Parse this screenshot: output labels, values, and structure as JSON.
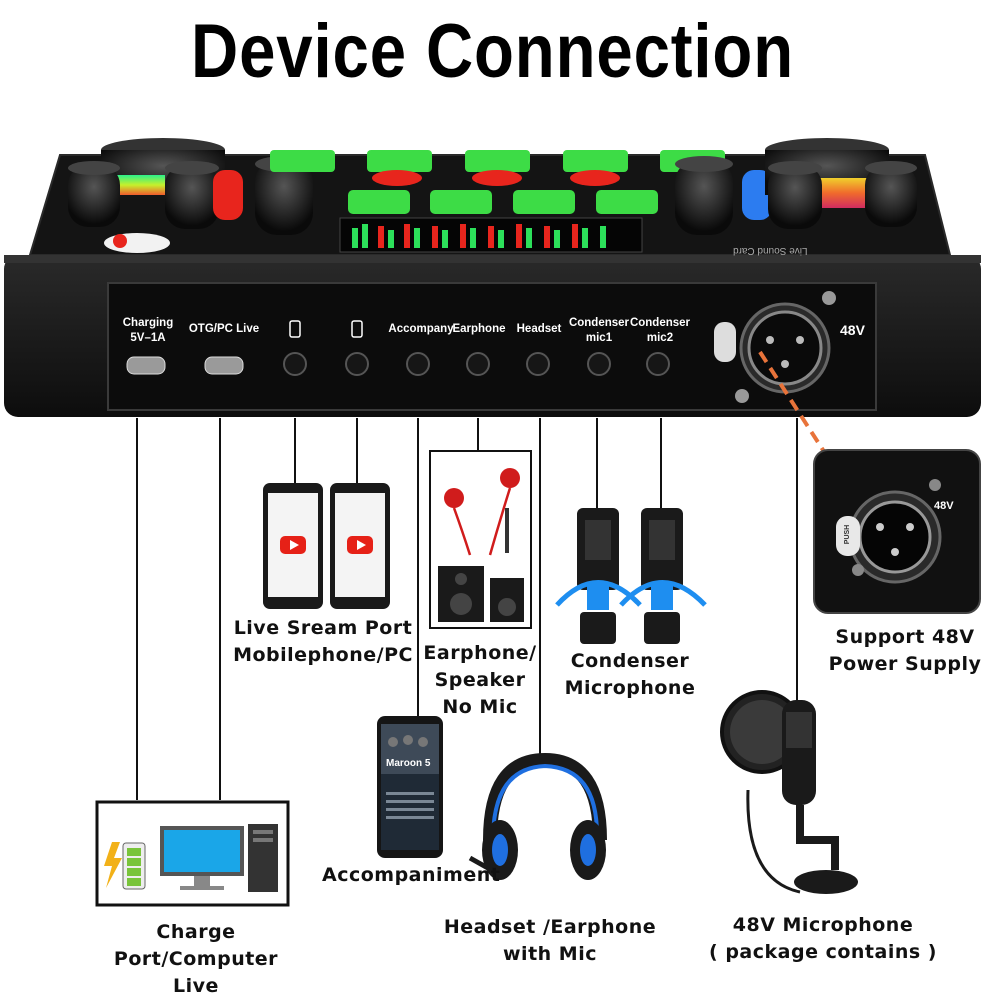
{
  "title": "Device Connection",
  "device": {
    "brand_text": "Live Sound Card",
    "ports": [
      {
        "id": "charging",
        "label": "Charging\n5V–1A"
      },
      {
        "id": "otg",
        "label": "OTG/PC Live"
      },
      {
        "id": "phone1",
        "label": ""
      },
      {
        "id": "phone2",
        "label": ""
      },
      {
        "id": "accompany",
        "label": "Accompany"
      },
      {
        "id": "earphone",
        "label": "Earphone"
      },
      {
        "id": "headset",
        "label": "Headset"
      },
      {
        "id": "condenser1",
        "label": "Condenser\nmic1"
      },
      {
        "id": "condenser2",
        "label": "Condenser\nmic2"
      }
    ],
    "xlr_label": "48V"
  },
  "zoom_inset": {
    "label": "48V",
    "push_text": "PUSH"
  },
  "captions": {
    "live_stream": "Live Sream Port\nMobilephone/PC",
    "earphone_speaker": "Earphone/\nSpeaker\nNo Mic",
    "condenser": "Condenser\nMicrophone",
    "support_48v": "Support 48V\nPower Supply",
    "accompaniment": "Accompaniment",
    "charge_port": "Charge Port/Computer\nLive",
    "headset": "Headset /Earphone\nwith Mic",
    "mic_48v": "48V Microphone\n( package contains )"
  },
  "phone_screen": {
    "band": "Maroon 5"
  },
  "colors": {
    "device_body": "#111111",
    "green_button": "#3ddc46",
    "red_button": "#e8251d",
    "youtube_red": "#e62117",
    "headset_blue": "#1f6fe0",
    "mic_blue": "#1e8ef0",
    "cable_orange": "#e8733a",
    "monitor_blue": "#1aa6e8"
  },
  "icons": [
    "phone-icon",
    "charger-battery-icon",
    "pc-monitor-icon",
    "pc-tower-icon",
    "youtube-icon",
    "push-release-icon"
  ]
}
